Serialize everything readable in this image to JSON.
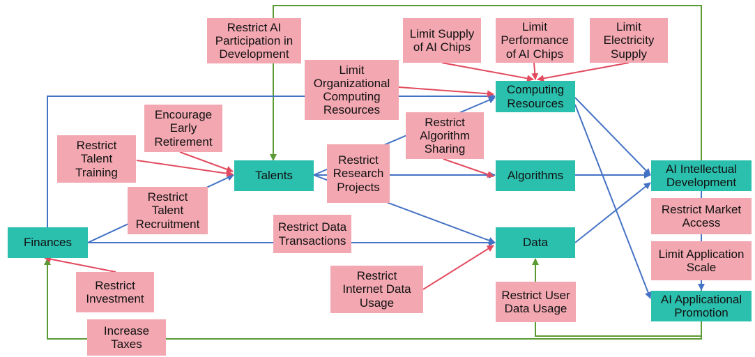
{
  "colors": {
    "core_node": "#2bbfad",
    "policy_node": "#f2a7b1",
    "blue_edge": "#4472c4",
    "red_edge": "#e24b5f",
    "green_edge": "#5a9a33"
  },
  "core_nodes": {
    "finances": "Finances",
    "talents": "Talents",
    "computing_resources": "Computing\nResources",
    "algorithms": "Algorithms",
    "data": "Data",
    "ai_intellectual_development": "AI Intellectual\nDevelopment",
    "ai_applicational_promotion": "AI Applicational\nPromotion"
  },
  "policy_nodes": {
    "restrict_ai_participation": "Restrict AI\nParticipation in\nDevelopment",
    "limit_org_computing": "Limit\nOrganizational\nComputing\nResources",
    "limit_supply_chips": "Limit Supply\nof AI Chips",
    "limit_performance_chips": "Limit\nPerformance\nof AI Chips",
    "limit_electricity": "Limit\nElectricity\nSupply",
    "encourage_early_retirement": "Encourage\nEarly\nRetirement",
    "restrict_talent_training": "Restrict\nTalent\nTraining",
    "restrict_algorithm_sharing": "Restrict\nAlgorithm\nSharing",
    "restrict_research_projects": "Restrict\nResearch\nProjects",
    "restrict_talent_recruitment": "Restrict\nTalent\nRecruitment",
    "restrict_data_transactions": "Restrict Data\nTransactions",
    "restrict_market_access": "Restrict Market\nAccess",
    "limit_application_scale": "Limit Application\nScale",
    "restrict_internet_data": "Restrict\nInternet Data\nUsage",
    "restrict_user_data": "Restrict User\nData Usage",
    "restrict_investment": "Restrict\nInvestment",
    "increase_taxes": "Increase\nTaxes"
  }
}
